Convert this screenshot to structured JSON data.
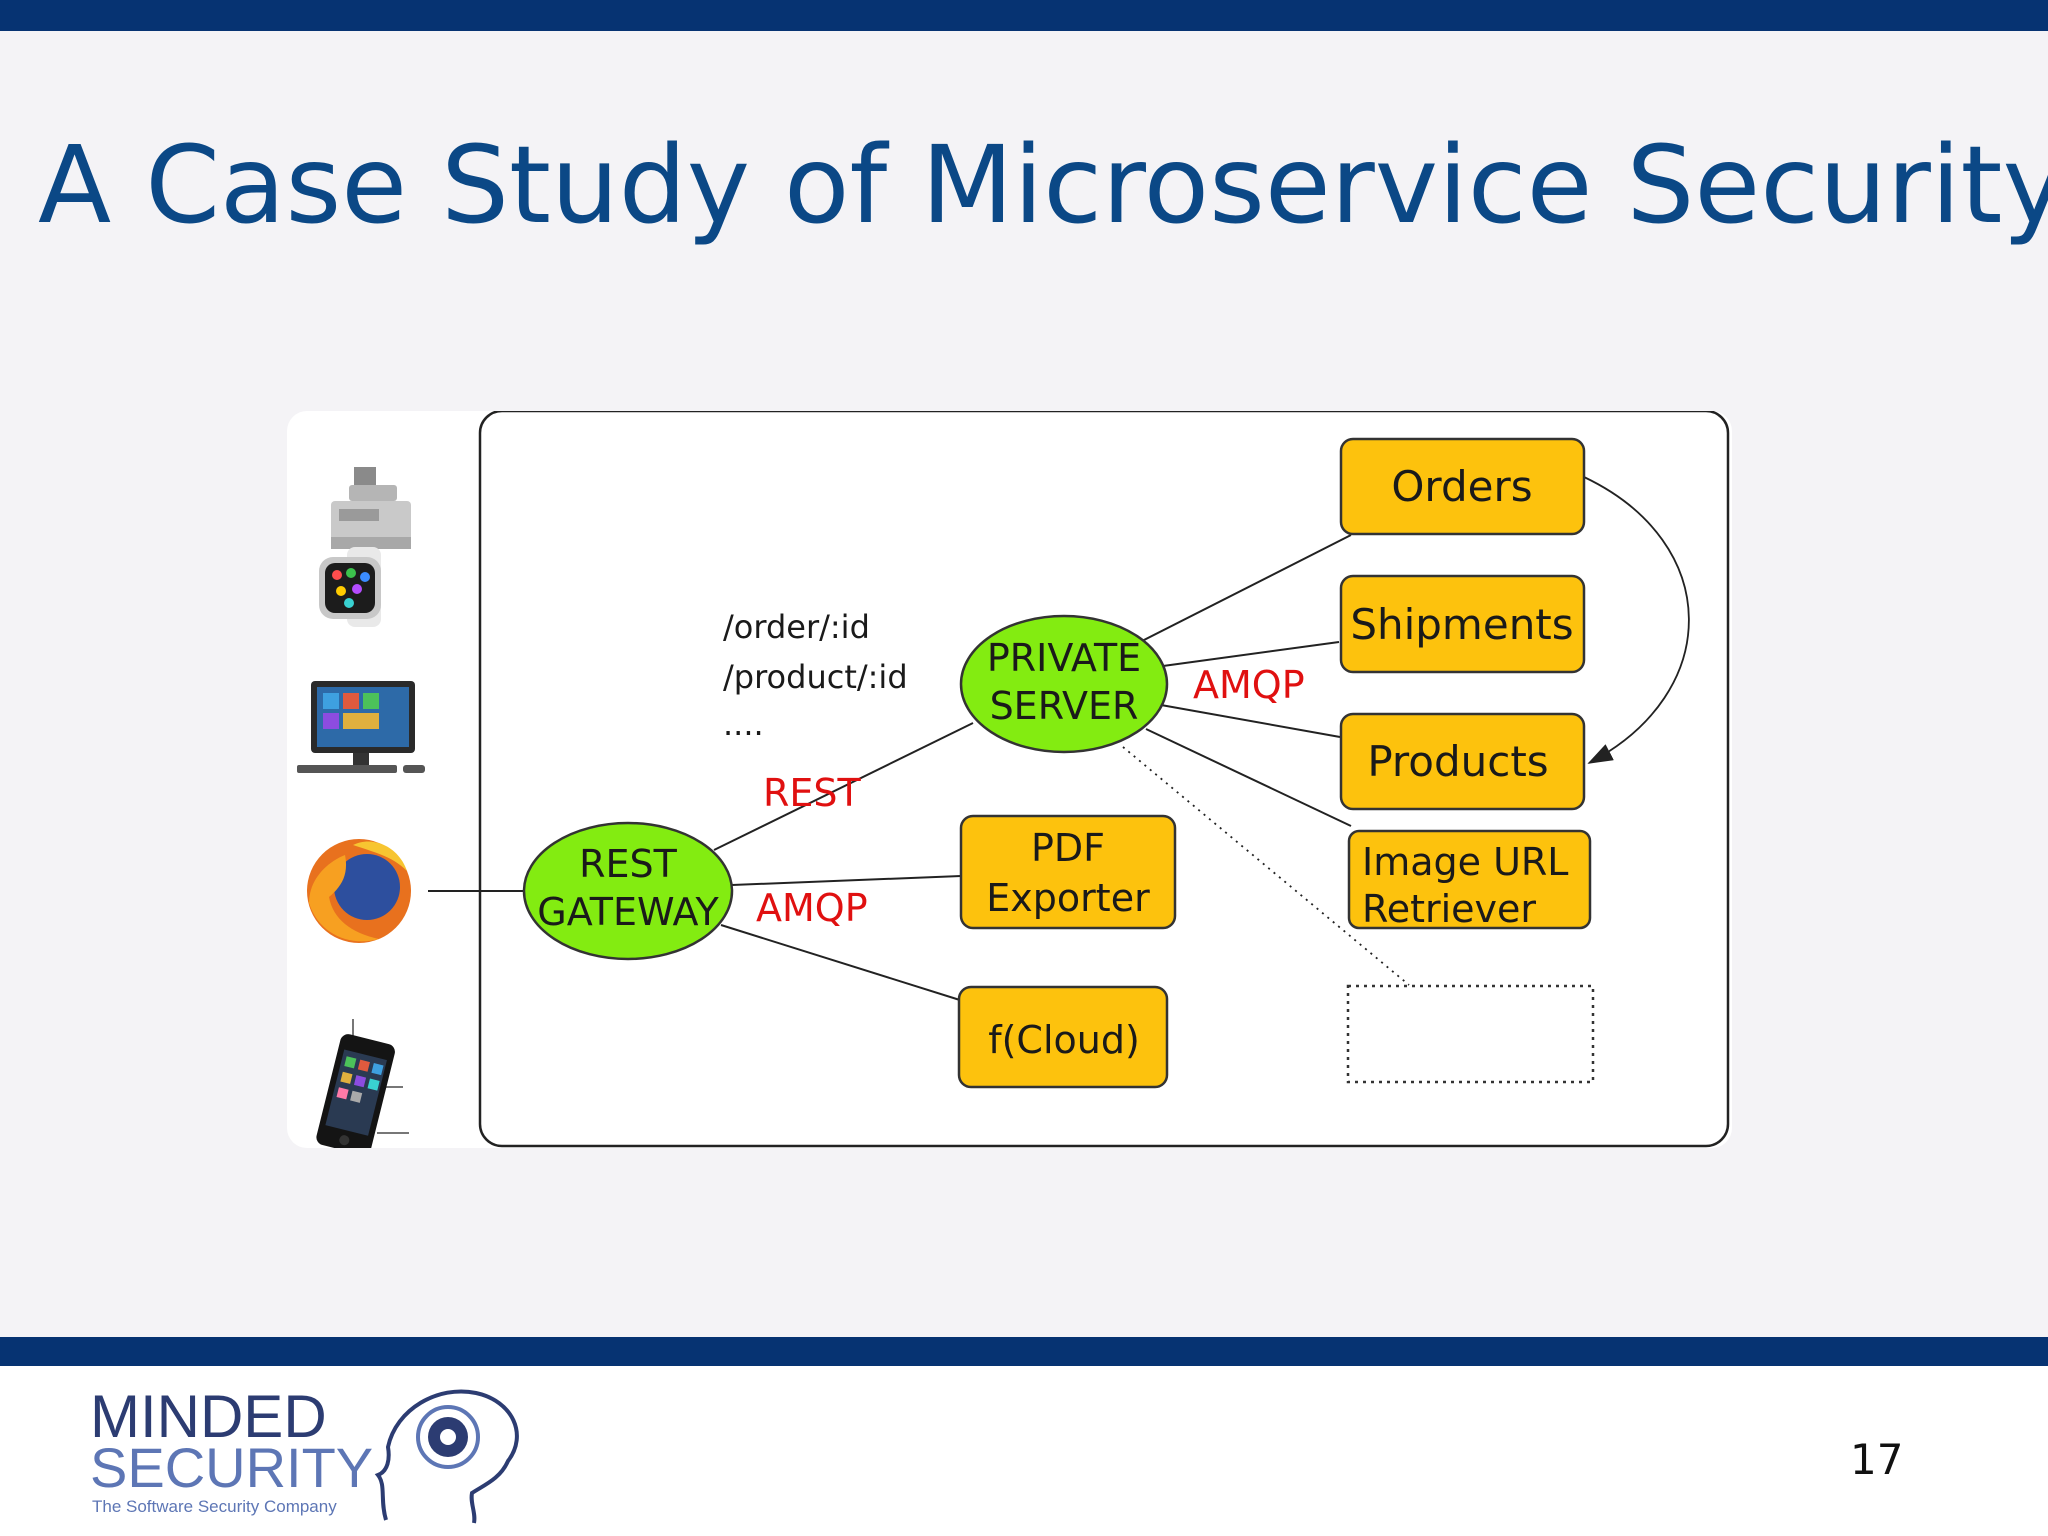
{
  "colors": {
    "brand_bar": "#063372",
    "title": "#0b4886",
    "node_box_fill": "#fdc20d",
    "node_ellipse_fill": "#83ec11",
    "protocol_label": "#e01010",
    "logo_dark": "#2c3c72",
    "logo_light": "#5d76b5"
  },
  "slide": {
    "title": "A Case Study of Microservice Security",
    "page_number": "17"
  },
  "logo": {
    "line1": "MINDED",
    "line2": "SECURITY",
    "tagline": "The Software Security Company"
  },
  "diagram": {
    "clients": [
      "cash-register-icon",
      "smartwatch-icon",
      "desktop-computer-icon",
      "browser-icon",
      "smartphone-icon"
    ],
    "nodes": {
      "rest_gateway": [
        "REST",
        "GATEWAY"
      ],
      "private_server": [
        "PRIVATE",
        "SERVER"
      ],
      "orders": "Orders",
      "shipments": "Shipments",
      "products": "Products",
      "image_url_retriever": [
        "Image URL",
        "Retriever"
      ],
      "pdf_exporter": [
        "PDF",
        "Exporter"
      ],
      "f_cloud": "f(Cloud)"
    },
    "routes": [
      "/order/:id",
      "/product/:id",
      "...."
    ],
    "protocols": {
      "rest": "REST",
      "amqp_gateway": "AMQP",
      "amqp_server": "AMQP"
    }
  }
}
